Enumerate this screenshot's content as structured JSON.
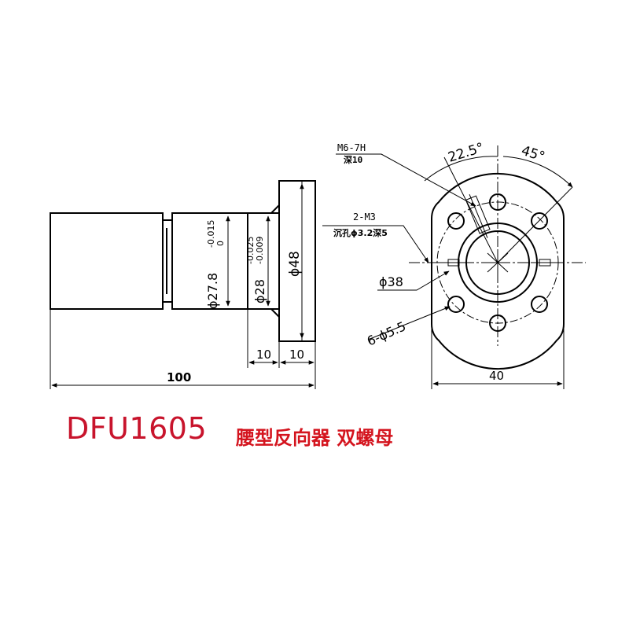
{
  "side_view": {
    "dims": {
      "d27_8": "ϕ27.8",
      "d27_8_tol_upper": "-0.015",
      "d27_8_tol_lower": "0",
      "d28": "ϕ28",
      "d28_tol_upper": "-0.025",
      "d28_tol_lower": "-0.009",
      "d48": "ϕ48",
      "len_10a": "10",
      "len_10b": "10",
      "len_100": "100"
    }
  },
  "front_view": {
    "thread_callout": "M6-7H",
    "thread_depth": "深10",
    "angle_22_5": "22.5°",
    "angle_45": "45°",
    "side_holes": "2-M3",
    "counterbore": "沉孔ϕ3.2深5",
    "pcd": "ϕ38",
    "holes": "6-ϕ5.5",
    "width": "40"
  },
  "caption": {
    "model": "DFU1605",
    "description": "腰型反向器 双螺母"
  },
  "colors": {
    "caption_red": "#c8142c",
    "line": "#000000"
  }
}
